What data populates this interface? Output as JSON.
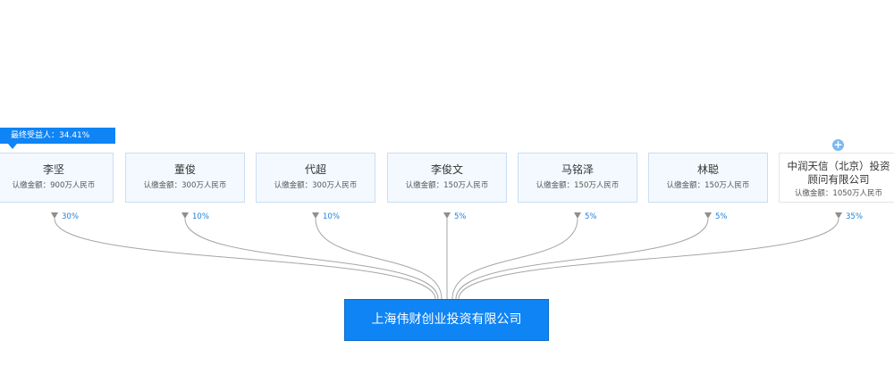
{
  "ubo_badge": {
    "label": "最终受益人：",
    "value": "34.41%"
  },
  "shareholders": [
    {
      "name": "李坚",
      "amount": "认缴金额：900万人民币",
      "percent": "30%"
    },
    {
      "name": "董俊",
      "amount": "认缴金额：300万人民币",
      "percent": "10%"
    },
    {
      "name": "代超",
      "amount": "认缴金额：300万人民币",
      "percent": "10%"
    },
    {
      "name": "李俊文",
      "amount": "认缴金额：150万人民币",
      "percent": "5%"
    },
    {
      "name": "马铭泽",
      "amount": "认缴金额：150万人民币",
      "percent": "5%"
    },
    {
      "name": "林聪",
      "amount": "认缴金额：150万人民币",
      "percent": "5%"
    },
    {
      "name": "中润天信（北京）投资顾问有限公司",
      "amount": "认缴金额：1050万人民币",
      "percent": "35%"
    }
  ],
  "target_company": {
    "name": "上海伟财创业投资有限公司"
  },
  "icons": {
    "expand": "plus-circle-icon",
    "arrow": "arrow-down-icon"
  },
  "colors": {
    "accent": "#0f84f5",
    "line": "#a6a6a6",
    "percent_text": "#1e7fd8"
  }
}
